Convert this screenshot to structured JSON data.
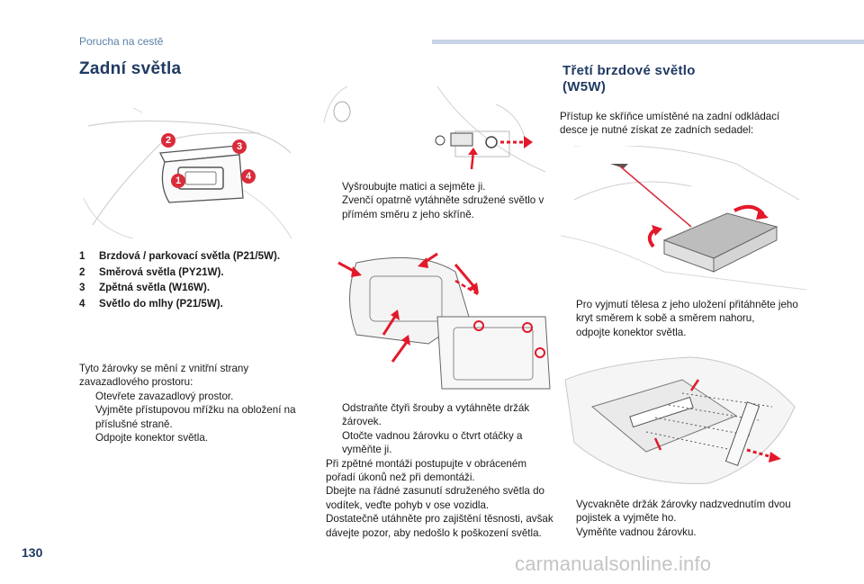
{
  "header": {
    "section": "Porucha na cestě"
  },
  "page_number": "130",
  "watermark": "carmanualsonline.info",
  "left": {
    "title": "Zadní světla",
    "callouts": [
      "1",
      "2",
      "3",
      "4"
    ],
    "legend": [
      {
        "num": "1",
        "text": "Brzdová / parkovací světla (P21/5W)."
      },
      {
        "num": "2",
        "text": "Směrová světla (PY21W)."
      },
      {
        "num": "3",
        "text": "Zpětná světla (W16W)."
      },
      {
        "num": "4",
        "text": "Světlo do mlhy (P21/5W)."
      }
    ],
    "intro_line1": "Tyto žárovky se mění z vnitřní strany",
    "intro_line2": "zavazadlového prostoru:",
    "steps": [
      "Otevřete zavazadlový prostor.",
      "Vyjměte přístupovou mřížku na obložení na příslušné straně.",
      "Odpojte konektor světla."
    ]
  },
  "middle": {
    "steps_top": [
      "Vyšroubujte matici a sejměte ji.",
      "Zvenčí opatrně vytáhněte sdružené světlo v přímém směru z jeho skříně."
    ],
    "steps_bottom": [
      "Odstraňte čtyři šrouby a vytáhněte držák žárovek.",
      "Otočte vadnou žárovku o čtvrt otáčky a vyměňte ji."
    ],
    "notes": [
      "Při zpětné montáži postupujte v obráceném pořadí úkonů než při demontáži.",
      "Dbejte na řádné zasunutí sdruženého světla do vodítek, veďte pohyb v ose vozidla.",
      "Dostatečně utáhněte pro zajištění těsnosti, avšak dávejte pozor, aby nedošlo k poškození světla."
    ]
  },
  "right": {
    "title": "Třetí brzdové světlo (W5W)",
    "intro": "Přístup ke skříňce umístěné na zadní odkládací desce je nutné získat ze zadních sedadel:",
    "steps_mid": [
      "Pro vyjmutí tělesa z jeho uložení přitáhněte jeho kryt směrem k sobě a směrem nahoru,",
      "odpojte konektor světla."
    ],
    "steps_bottom": [
      "Vycvakněte držák žárovky nadzvednutím dvou pojistek a vyjměte ho.",
      "Vyměňte vadnou žárovku."
    ]
  },
  "bullet_glyph": "",
  "colors": {
    "title": "#1f3a62",
    "header_bar": "#c9d3e8",
    "callout": "#d92b3a",
    "arrow": "#e3192b"
  }
}
